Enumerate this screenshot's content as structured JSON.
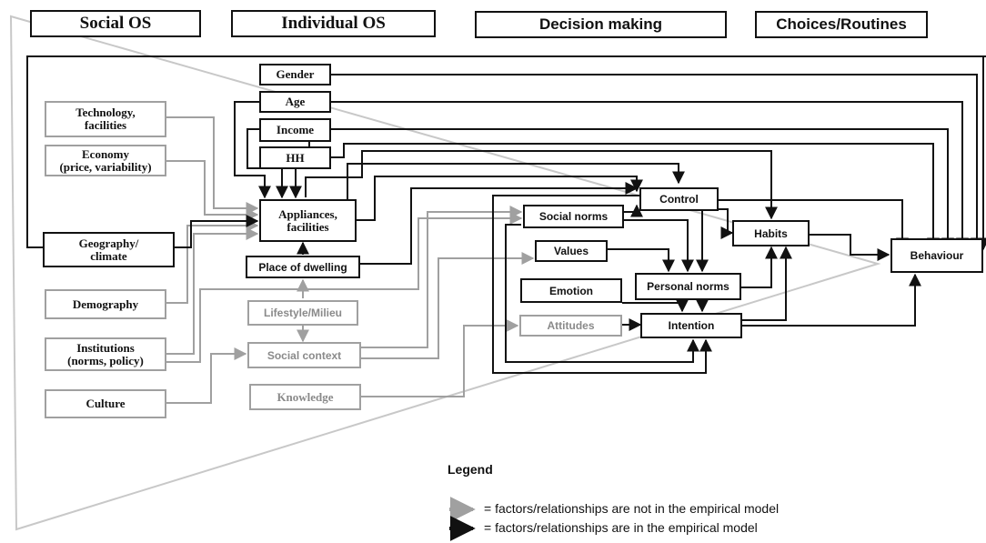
{
  "headers": {
    "social_os": "Social OS",
    "individual_os": "Individual OS",
    "decision_making": "Decision making",
    "choices_routines": "Choices/Routines"
  },
  "nodes": {
    "gender": "Gender",
    "age": "Age",
    "income": "Income",
    "hh": "HH",
    "technology": "Technology,\nfacilities",
    "economy": "Economy\n(price, variability)",
    "appliances": "Appliances,\nfacilities",
    "geography": "Geography/\nclimate",
    "place_of_dwelling": "Place of dwelling",
    "demography": "Demography",
    "lifestyle": "Lifestyle/Milieu",
    "institutions": "Institutions\n(norms, policy)",
    "social_context": "Social context",
    "culture": "Culture",
    "knowledge": "Knowledge",
    "control": "Control",
    "social_norms": "Social norms",
    "habits": "Habits",
    "values": "Values",
    "behaviour": "Behaviour",
    "personal_norms": "Personal norms",
    "emotion": "Emotion",
    "attitudes": "Attitudes",
    "intention": "Intention"
  },
  "legend": {
    "title": "Legend",
    "gray_entry": "= factors/relationships are not in the empirical model",
    "black_entry": "= factors/relationships are in the empirical model"
  },
  "colors": {
    "in_model": "#111111",
    "not_in_model": "#a0a0a0",
    "not_in_model_text": "#8a8a8a",
    "triangle": "#c8c8c8"
  }
}
